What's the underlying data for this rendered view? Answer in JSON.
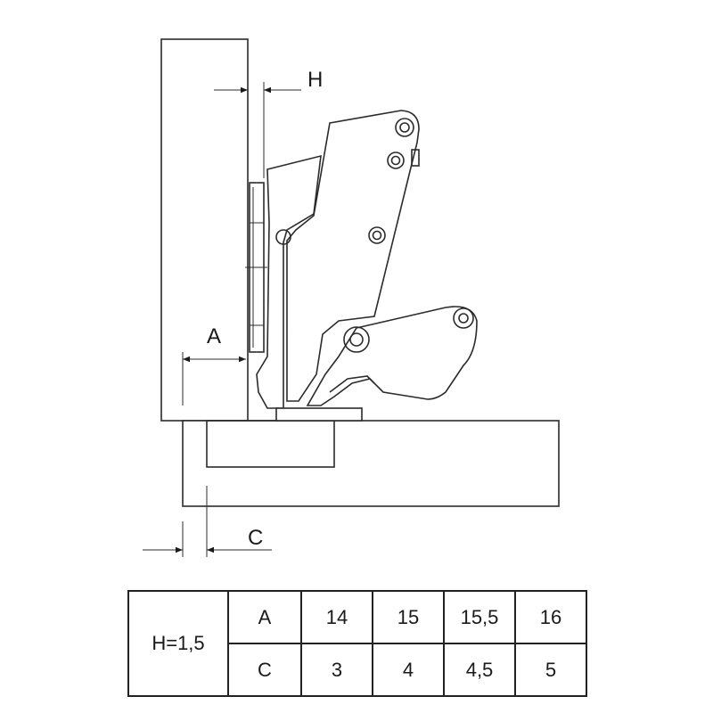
{
  "diagram": {
    "dimension_labels": {
      "h": "H",
      "a": "A",
      "c": "C"
    }
  },
  "table": {
    "h_value": "H=1,5",
    "rows": [
      {
        "label": "A",
        "values": [
          "14",
          "15",
          "15,5",
          "16"
        ]
      },
      {
        "label": "C",
        "values": [
          "3",
          "4",
          "4,5",
          "5"
        ]
      }
    ]
  }
}
